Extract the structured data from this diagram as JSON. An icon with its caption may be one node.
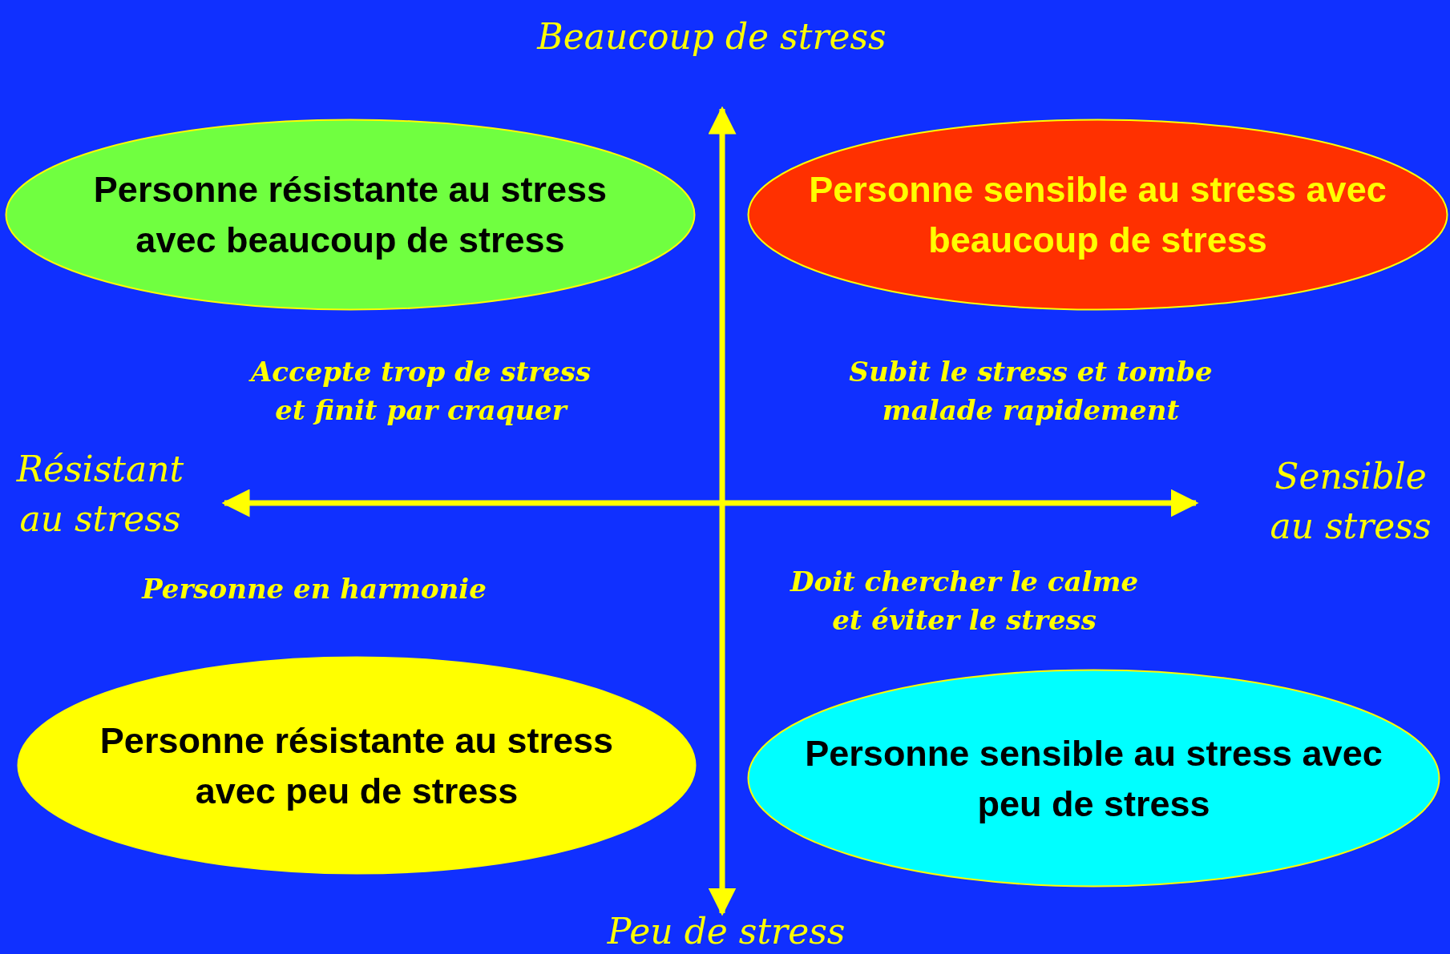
{
  "diagram": {
    "nodes": [
      {
        "text": [
          "Personne résistante au stress avec beaucoup de stress"
        ]
      },
      {
        "text": [
          "Personne sensible au stress avec beaucoup de stress"
        ]
      },
      {
        "text": [
          "Personne résistante au stress avec peu de stress"
        ]
      },
      {
        "text": [
          "Personne sensible au stress avec peu de stress"
        ]
      }
    ],
    "labels": [
      "Beaucoup de stress",
      "Accepte trop de stress et finit par craquer",
      "Subit le stress et tombe malade rapidement",
      "Résistant au stress",
      "Sensible au stress",
      "Personne en harmonie",
      "Doit chercher le calme et éviter le stress",
      "Peu de stress"
    ]
  }
}
